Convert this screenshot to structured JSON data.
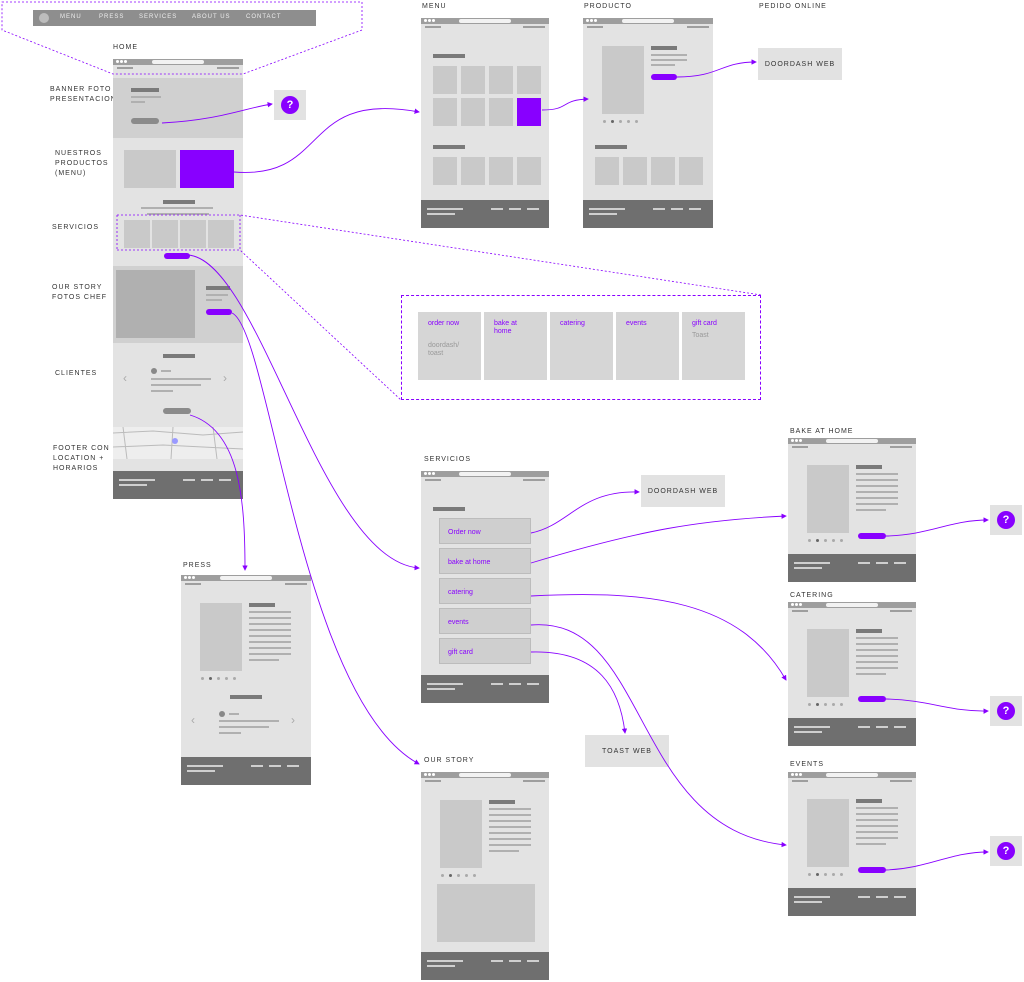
{
  "nav_items": [
    "MENU",
    "PRESS",
    "SERVICES",
    "ABOUT US",
    "CONTACT"
  ],
  "labels": {
    "home": "HOME",
    "banner": "BANNER FOTO\nPRESENTACION",
    "productos": "NUESTROS\nPRODUCTOS\n(MENU)",
    "servicios_section": "SERVICIOS",
    "our_story_section": "OUR STORY\nFOTOS CHEF",
    "clientes": "CLIENTES",
    "footer": "FOOTER CON\nLOCATION +\nHORARIOS",
    "menu": "MENU",
    "producto": "PRODUCTO",
    "pedido_online": "PEDIDO ONLINE",
    "press": "PRESS",
    "servicios_page": "SERVICIOS",
    "our_story_page": "OUR STORY",
    "bake_at_home": "BAKE AT HOME",
    "catering": "CATERING",
    "events": "EVENTS"
  },
  "destinations": {
    "doordash_web_1": "DOORDASH WEB",
    "doordash_web_2": "DOORDASH WEB",
    "toast_web": "TOAST WEB",
    "question": "?"
  },
  "service_tiles": [
    {
      "title": "order now",
      "sub": "doordash/\ntoast"
    },
    {
      "title": "bake at\nhome",
      "sub": ""
    },
    {
      "title": "catering",
      "sub": ""
    },
    {
      "title": "events",
      "sub": ""
    },
    {
      "title": "gift card",
      "sub": "Toast"
    }
  ],
  "service_menu": [
    "Order now",
    "bake at home",
    "catering",
    "events",
    "gift card"
  ],
  "colors": {
    "accent": "#8800ff",
    "frame": "#e3e3e3",
    "footer": "#6f6f6f"
  }
}
